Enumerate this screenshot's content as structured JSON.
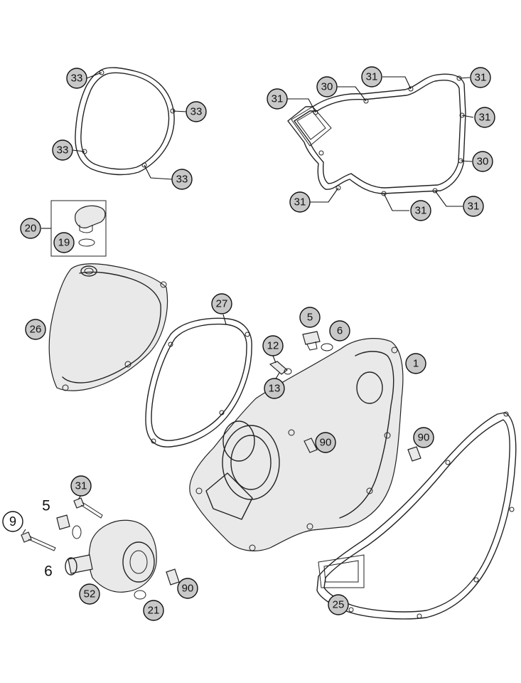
{
  "diagram": {
    "callouts": [
      {
        "id": "33a",
        "label": "33",
        "style": "circle"
      },
      {
        "id": "33b",
        "label": "33",
        "style": "circle"
      },
      {
        "id": "33c",
        "label": "33",
        "style": "circle"
      },
      {
        "id": "33d",
        "label": "33",
        "style": "circle"
      },
      {
        "id": "31a",
        "label": "31",
        "style": "circle"
      },
      {
        "id": "31b",
        "label": "31",
        "style": "circle"
      },
      {
        "id": "31c",
        "label": "31",
        "style": "circle"
      },
      {
        "id": "31d",
        "label": "31",
        "style": "circle"
      },
      {
        "id": "31e",
        "label": "31",
        "style": "circle"
      },
      {
        "id": "31f",
        "label": "31",
        "style": "circle"
      },
      {
        "id": "31g",
        "label": "31",
        "style": "circle"
      },
      {
        "id": "30a",
        "label": "30",
        "style": "circle"
      },
      {
        "id": "30b",
        "label": "30",
        "style": "circle"
      },
      {
        "id": "20",
        "label": "20",
        "style": "circle"
      },
      {
        "id": "19",
        "label": "19",
        "style": "circle"
      },
      {
        "id": "26",
        "label": "26",
        "style": "circle"
      },
      {
        "id": "27",
        "label": "27",
        "style": "circle"
      },
      {
        "id": "5a",
        "label": "5",
        "style": "circle"
      },
      {
        "id": "6a",
        "label": "6",
        "style": "circle"
      },
      {
        "id": "12",
        "label": "12",
        "style": "circle"
      },
      {
        "id": "13",
        "label": "13",
        "style": "circle"
      },
      {
        "id": "1",
        "label": "1",
        "style": "circle"
      },
      {
        "id": "90a",
        "label": "90",
        "style": "circle"
      },
      {
        "id": "90b",
        "label": "90",
        "style": "circle"
      },
      {
        "id": "90c",
        "label": "90",
        "style": "circle"
      },
      {
        "id": "31h",
        "label": "31",
        "style": "circle"
      },
      {
        "id": "5b",
        "label": "5",
        "style": "plain"
      },
      {
        "id": "9",
        "label": "9",
        "style": "circle"
      },
      {
        "id": "6b",
        "label": "6",
        "style": "plain"
      },
      {
        "id": "52",
        "label": "52",
        "style": "circle"
      },
      {
        "id": "21",
        "label": "21",
        "style": "circle"
      },
      {
        "id": "25",
        "label": "25",
        "style": "circle"
      }
    ]
  }
}
